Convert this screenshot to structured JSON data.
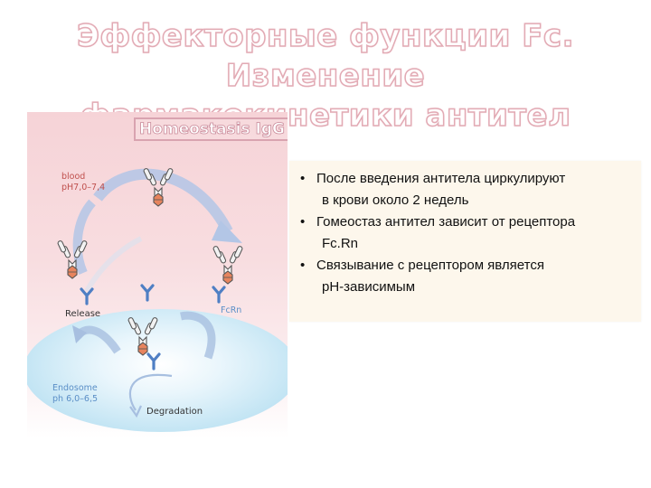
{
  "slide": {
    "title_line1": "Эффекторные функции Fc. Изменение",
    "title_line2": "фармакокинетики антител"
  },
  "figure": {
    "title": "Homeostasis IgG",
    "blood_label_1": "blood",
    "blood_label_2": "pH7,0–7,4",
    "release_label": "Release",
    "fcrn_label": "FcRn",
    "endosome_label_1": "Endosome",
    "endosome_label_2": "ph 6,0–6,5",
    "degradation_label": "Degradation",
    "colors": {
      "background_top": "#f6d3d7",
      "endosome": "#bfe3f3",
      "arrow": "#9bb3d9",
      "receptor": "#4f7fc4",
      "antibody_heavy": "#6c6c6c",
      "antibody_fc": "#e7845e",
      "label_red": "#c0504d",
      "label_blue": "#5b8fc7"
    }
  },
  "bullets": [
    {
      "line1": "После введения антитела циркулируют",
      "line2": "в крови около 2 недель"
    },
    {
      "line1": "Гомеостаз антител зависит от рецептора",
      "line2": "Fc.Rn"
    },
    {
      "line1": "Связывание с рецептором является",
      "line2": "рН-зависимым"
    }
  ],
  "bullet_char": "•"
}
